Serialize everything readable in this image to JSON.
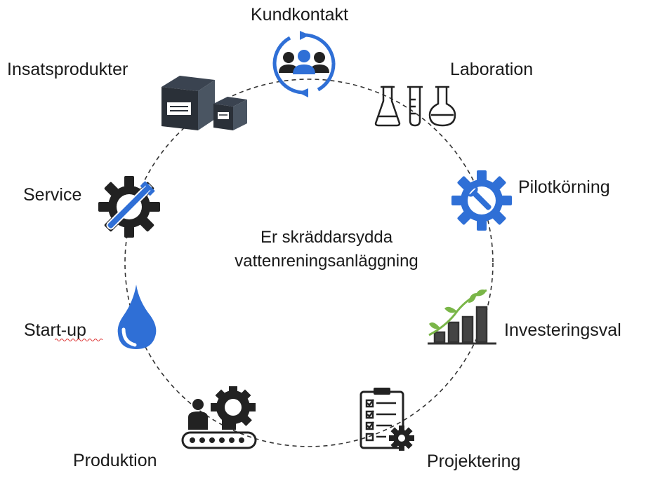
{
  "center": {
    "line1": "Er skräddarsydda",
    "line2": "vattenreningsanläggning"
  },
  "stages": [
    {
      "label": "Kundkontakt",
      "icon": "customer-group-icon"
    },
    {
      "label": "Laboration",
      "icon": "lab-flasks-icon"
    },
    {
      "label": "Pilotkörning",
      "icon": "gear-wrench-icon"
    },
    {
      "label": "Investeringsval",
      "icon": "growth-chart-icon"
    },
    {
      "label": "Projektering",
      "icon": "checklist-gear-icon"
    },
    {
      "label": "Produktion",
      "icon": "production-conveyor-icon"
    },
    {
      "label": "Start-up",
      "icon": "water-drop-icon"
    },
    {
      "label": "Service",
      "icon": "service-gear-icon"
    },
    {
      "label": "Insatsprodukter",
      "icon": "product-boxes-icon"
    }
  ],
  "colors": {
    "accent_blue": "#2f6fd6",
    "dark": "#222222",
    "ring": "#333333"
  }
}
